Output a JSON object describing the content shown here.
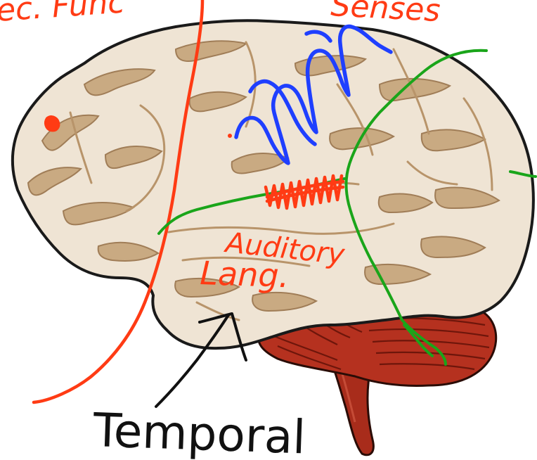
{
  "annotations": {
    "top_left_text": "ec. Func",
    "top_right_text": "Senses",
    "auditory_label": "Auditory",
    "language_label": "Lang.",
    "temporal_label": "Temporal"
  },
  "colors": {
    "brain_fill": "#efe4d4",
    "brain_outline": "#1a1a1a",
    "sulcus": "#b8946a",
    "cerebellum": "#b5311f",
    "brainstem": "#a82c1b",
    "ink_red": "#ff3b14",
    "ink_blue": "#1f3fff",
    "ink_green": "#1aa51a",
    "ink_black": "#111111"
  }
}
